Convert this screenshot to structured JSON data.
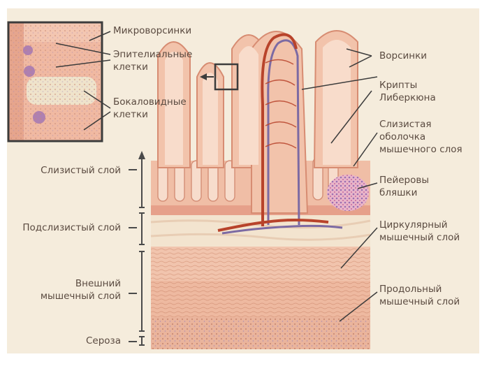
{
  "colors": {
    "panel_bg": "#f5ecdc",
    "tissue_pink": "#f1c2ab",
    "tissue_dark": "#d98a70",
    "vessel_red": "#b8432b",
    "vessel_blue": "#7c6aa3",
    "label_text": "#5a4a40"
  },
  "labels": {
    "microvilli": "Микроворсинки",
    "epithelial": [
      "Эпителиальные",
      "клетки"
    ],
    "goblet": [
      "Бокаловидные",
      "клетки"
    ],
    "villi": "Ворсинки",
    "crypts": [
      "Крипты",
      "Либеркюна"
    ],
    "muscularis_mucosae": [
      "Слизистая",
      "оболочка",
      "мышечного слоя"
    ],
    "peyer": [
      "Пейеровы",
      "бляшки"
    ],
    "circular": [
      "Циркулярный",
      "мышечный слой"
    ],
    "longitudinal": [
      "Продольный",
      "мышечный слой"
    ],
    "mucosa": "Слизистый слой",
    "submucosa": "Подслизистый слой",
    "muscularis_externa": [
      "Внешний",
      "мышечный слой"
    ],
    "serosa": "Сероза"
  }
}
